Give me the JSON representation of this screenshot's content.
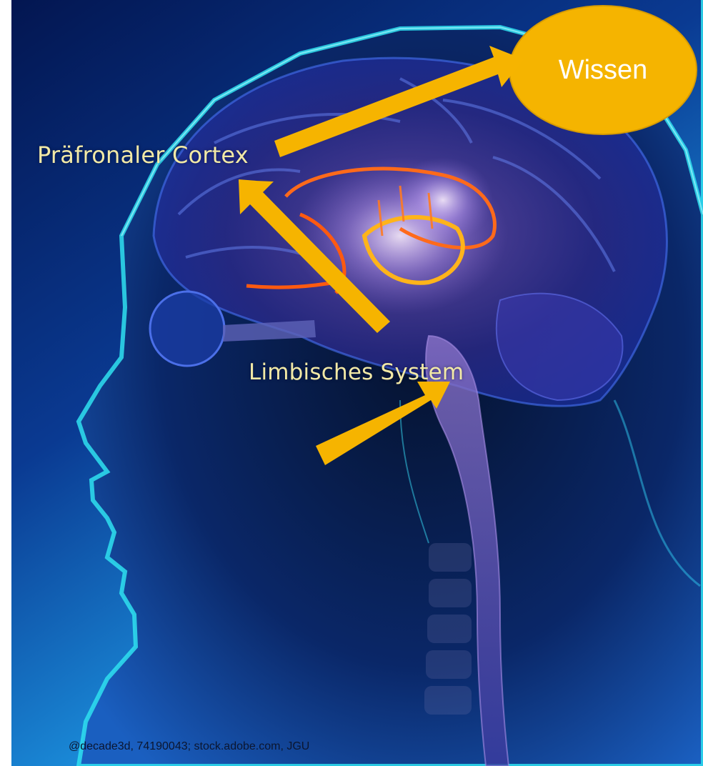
{
  "labels": {
    "cortex": "Präfronaler Cortex",
    "limbic": "Limbisches System",
    "knowledge": "Wissen"
  },
  "credit": "@decade3d, 74190043; stock.adobe.com, JGU",
  "colors": {
    "arrow": "#f6b400",
    "bubble": "#f5b400",
    "label_text": "#f2e9a6",
    "bubble_text": "#ffffff",
    "background_dark": "#051a55",
    "background_light": "#1fb8f0",
    "head_outline": "#2fe0f0",
    "limbic_outline": "#ff6a1a"
  },
  "icons": {
    "head": "head-silhouette-icon",
    "brain": "brain-icon",
    "limbic": "limbic-system-icon",
    "arrow": "arrow-icon"
  }
}
